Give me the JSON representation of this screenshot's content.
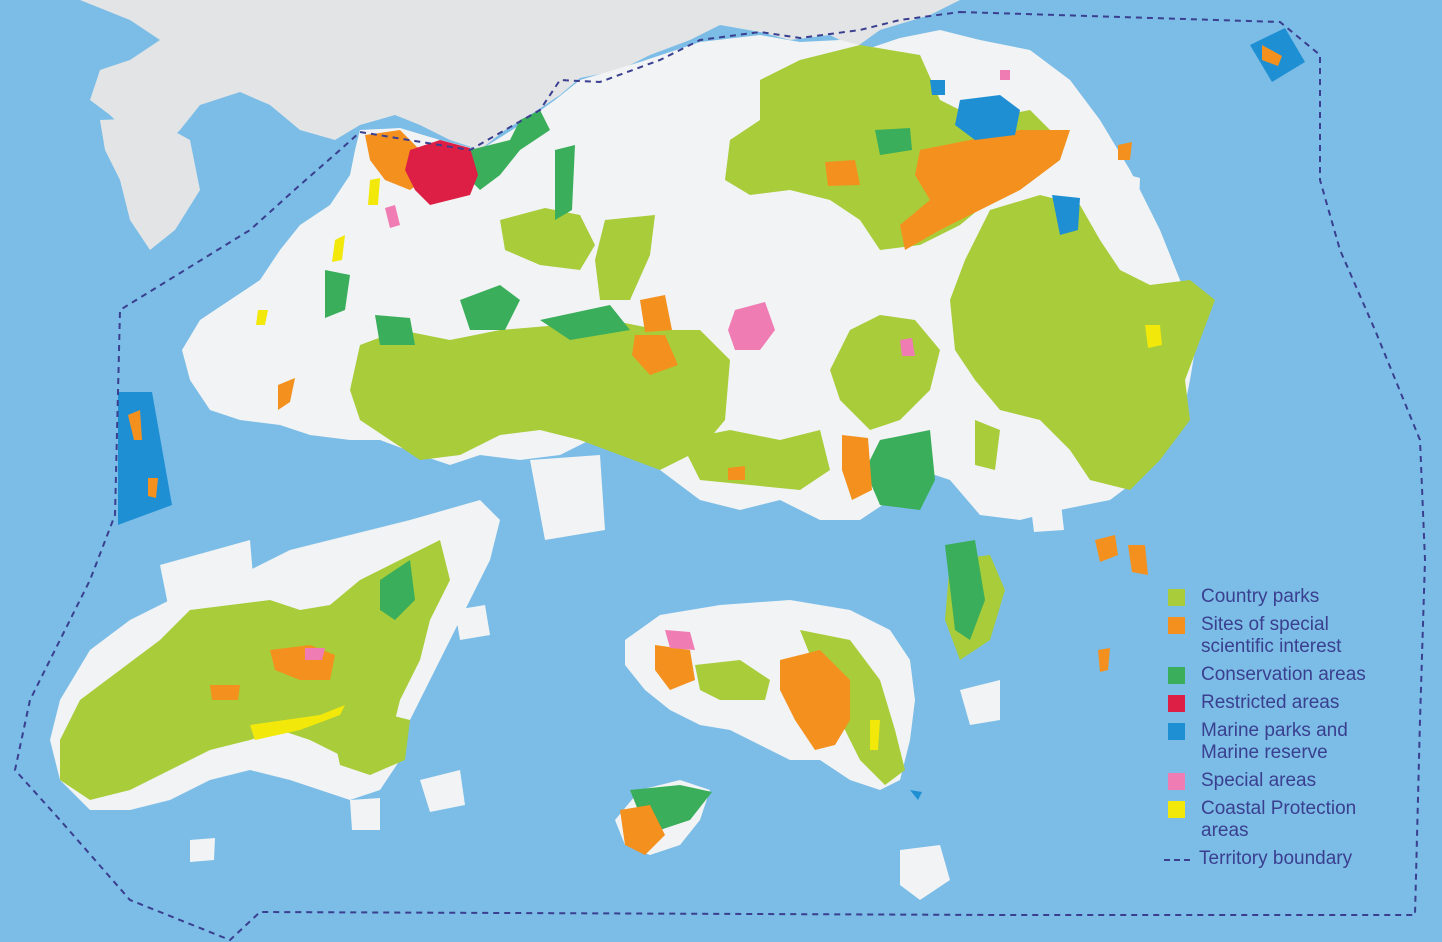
{
  "colors": {
    "sea": "#7bbde6",
    "land": "#f2f3f5",
    "mainland": "#e3e4e6",
    "boundary": "#3a3f8f",
    "label_text": "#3a3f8f"
  },
  "legend": {
    "items": [
      {
        "label": "Country parks",
        "color": "#a8cc3a"
      },
      {
        "label": "Sites of special\nscientific interest",
        "color": "#f4901e"
      },
      {
        "label": "Conservation areas",
        "color": "#3aae5a"
      },
      {
        "label": "Restricted areas",
        "color": "#de1f45"
      },
      {
        "label": "Marine parks and\nMarine reserve",
        "color": "#1f8fd4"
      },
      {
        "label": "Special areas",
        "color": "#f07cb4"
      },
      {
        "label": "Coastal Protection\nareas",
        "color": "#f2e80a"
      }
    ],
    "boundary_label": "Territory boundary"
  }
}
